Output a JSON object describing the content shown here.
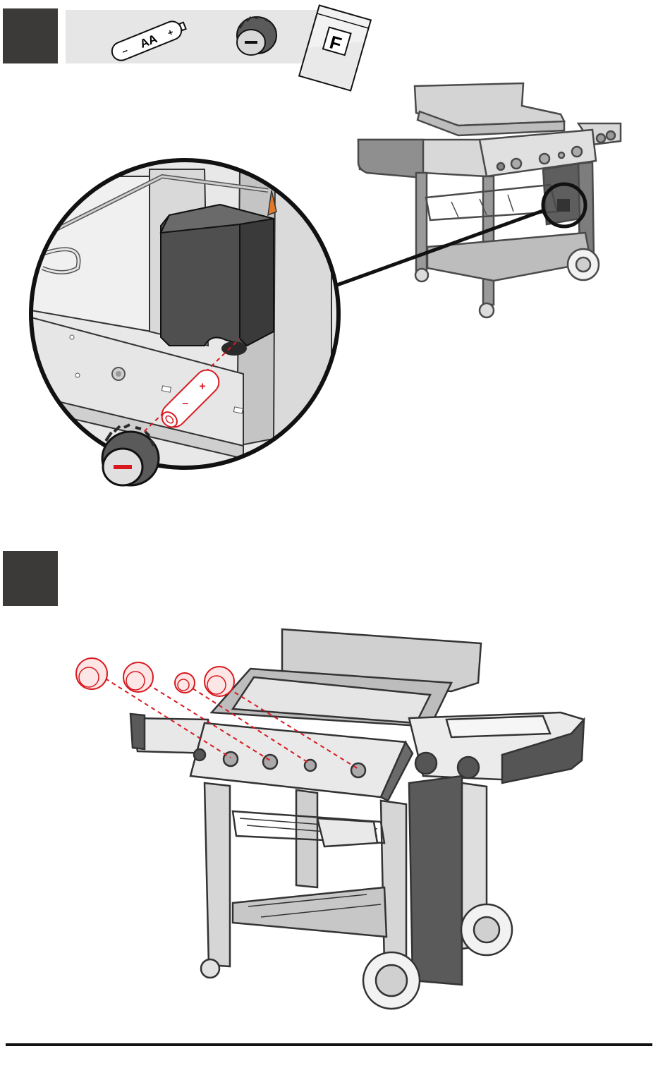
{
  "step1": {
    "parts": {
      "battery_label": "AA",
      "battery_plus": "+",
      "battery_minus": "–",
      "bag_label": "F"
    },
    "detail": {
      "battery_plus": "+",
      "battery_minus": "–"
    }
  },
  "icons": [
    "battery-icon",
    "ignition-button-icon",
    "hardware-bag-icon",
    "grill-illustration",
    "control-knob-icon"
  ],
  "colors": {
    "accent": "#d7191f",
    "step_box": "#3c3a38",
    "parts_bar": "#e6e6e6",
    "rule": "#111111"
  }
}
